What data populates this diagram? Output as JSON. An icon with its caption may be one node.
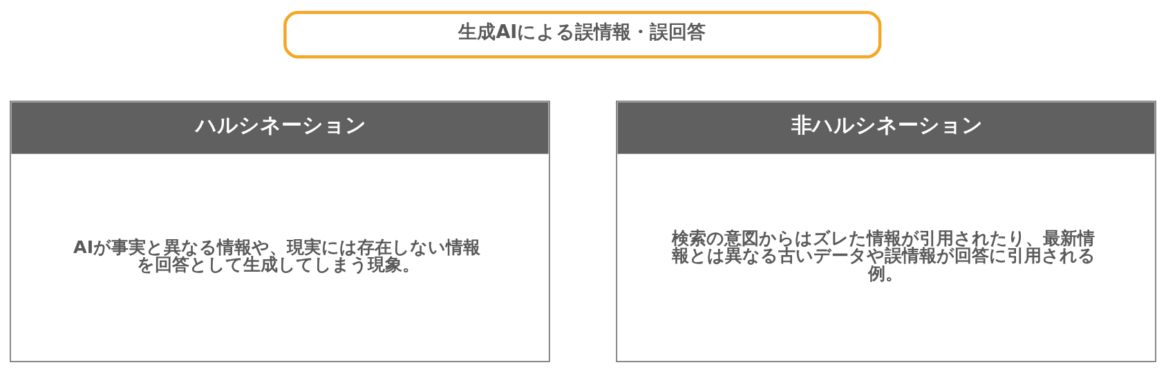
{
  "diagram": {
    "nodes": [
      {
        "text": [
          "生成AIによる誤情報・誤回答"
        ]
      },
      {
        "text": [
          "ハルシネーション",
          "AIが事実と異なる情報や、現実には存在しない情報を回答として生成してしまう現象。"
        ]
      },
      {
        "text": [
          "非ハルシネーション",
          "検索の意図からはズレた情報が引用されたり、最新情報とは異なる古いデータや誤情報が回答に引用される例。"
        ]
      }
    ],
    "edges": []
  }
}
